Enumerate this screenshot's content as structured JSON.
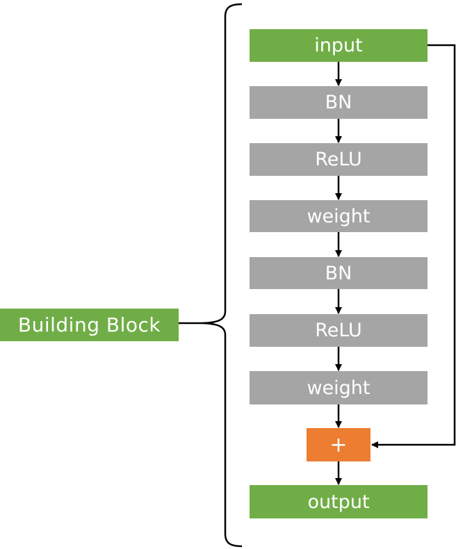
{
  "diagram": {
    "label": "Building Block",
    "steps": [
      "input",
      "BN",
      "ReLU",
      "weight",
      "BN",
      "ReLU",
      "weight"
    ],
    "add_symbol": "+",
    "output": "output"
  },
  "colors": {
    "green": "#70ad47",
    "gray": "#a5a5a5",
    "orange": "#ed7d31",
    "line": "#000000"
  }
}
